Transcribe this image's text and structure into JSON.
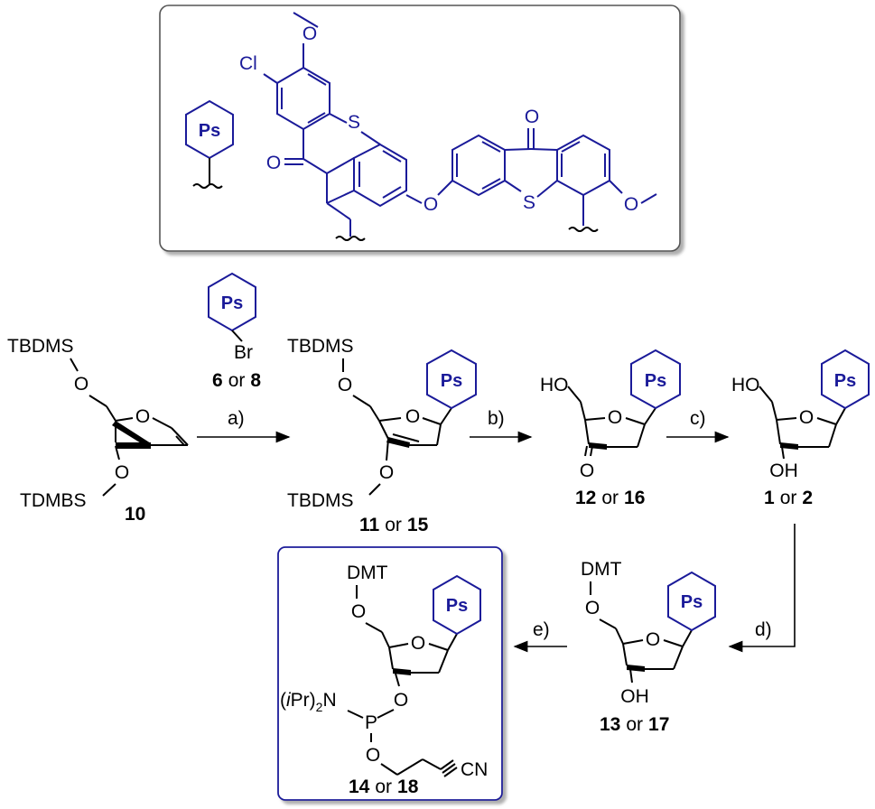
{
  "substituents": {
    "ps_label": "Ps",
    "chloro_atom": "Cl",
    "oxygen_atom": "O",
    "sulfur_atom": "S"
  },
  "reagent": {
    "bromine_atom": "Br",
    "compound_a": "6",
    "or_word": "or",
    "compound_b": "8"
  },
  "atoms": {
    "oxygen": "O",
    "hydroxy": "HO",
    "hydroxy_bottom": "OH",
    "phosphorus": "P",
    "nitrile": "CN",
    "amine_prefix": "(",
    "amine_ipr_i": "i",
    "amine_ipr_rest": "Pr)",
    "amine_subscript": "2",
    "amine_n": "N"
  },
  "groups": {
    "tbdms": "TBDMS",
    "tdmbs": "TDMBS",
    "dmt": "DMT"
  },
  "steps": {
    "a": "a)",
    "b": "b)",
    "c": "c)",
    "d": "d)",
    "e": "e)"
  },
  "compounds": {
    "c10": "10",
    "c11": "11",
    "c15": "15",
    "c12": "12",
    "c16": "16",
    "c1": "1",
    "c2": "2",
    "c13": "13",
    "c17": "17",
    "c14": "14",
    "c18": "18",
    "or_word": "or"
  }
}
